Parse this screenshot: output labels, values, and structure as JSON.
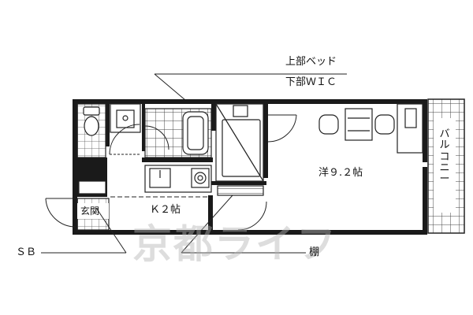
{
  "labels": {
    "upper_bed": "上部ベッド",
    "lower_wic": "下部ＷＩＣ",
    "western_room": "洋９.２帖",
    "kitchen": "Ｋ２帖",
    "entrance": "玄関",
    "balcony": "バルコニー",
    "sb": "ＳＢ",
    "shelf": "棚"
  },
  "watermark": "京都ライフ"
}
